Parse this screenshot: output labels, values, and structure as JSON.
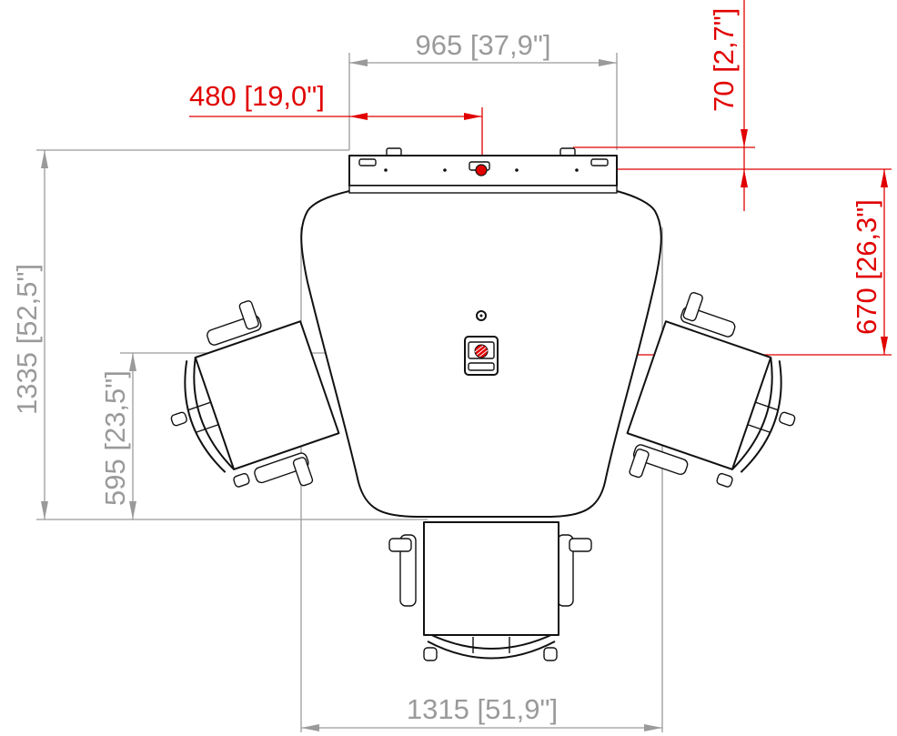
{
  "dimensions": {
    "top_width": "965 [37,9\"]",
    "offset_width": "480 [19,0\"]",
    "bottom_width": "1315 [51,9\"]",
    "total_depth": "1335 [52,5\"]",
    "table_depth": "595 [23,5\"]",
    "offset_top": "70 [2,7\"]",
    "offset_depth": "670 [26,3\"]"
  },
  "colors": {
    "dimension_gray": "#9a9a9a",
    "dimension_red": "#e10000",
    "outline": "#111111"
  },
  "icons": [
    "center-cable-port-icon",
    "power-outlet-icon",
    "mount-point-icon"
  ]
}
